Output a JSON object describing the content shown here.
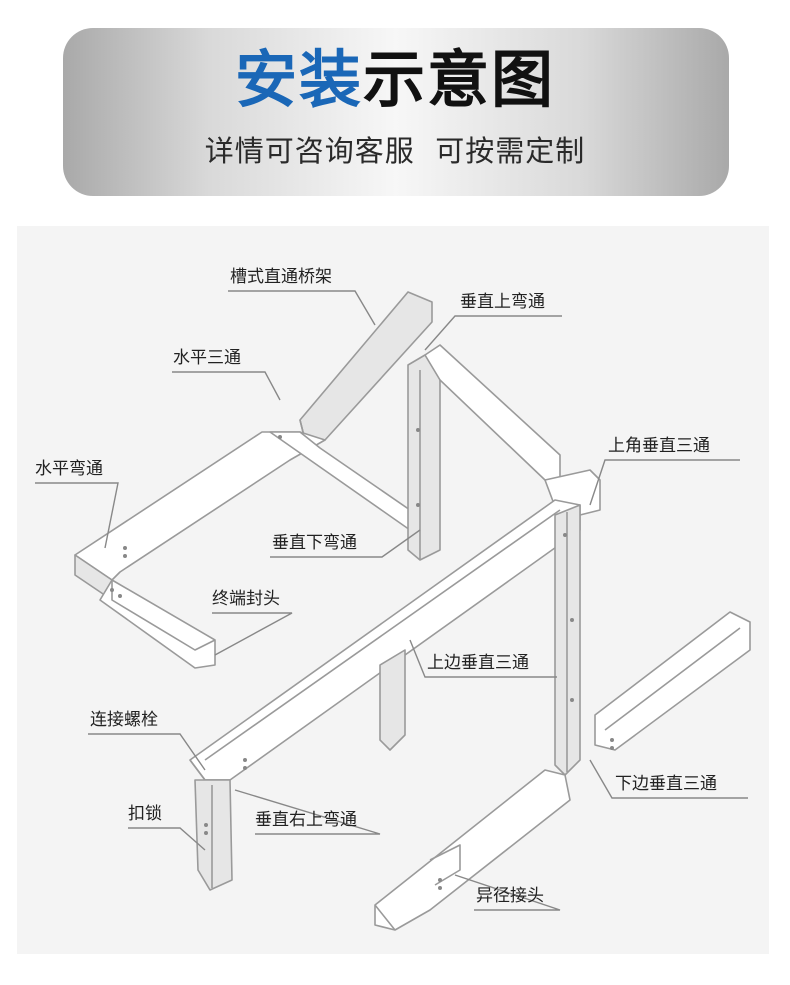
{
  "header": {
    "title_accent": "安装",
    "title_rest": "示意图",
    "subtitle": "详情可咨询客服  可按需定制"
  },
  "colors": {
    "accent": "#1a67b7",
    "label": "#222222",
    "outline": "#9a9a9a"
  },
  "labels": {
    "straight_tray": "槽式直通桥架",
    "vertical_up_bend": "垂直上弯通",
    "horizontal_tee": "水平三通",
    "corner_vertical_tee": "上角垂直三通",
    "horizontal_bend": "水平弯通",
    "vertical_down_bend": "垂直下弯通",
    "end_cap": "终端封头",
    "top_edge_vertical_tee": "上边垂直三通",
    "connector_bolt": "连接螺栓",
    "bottom_edge_vertical_tee": "下边垂直三通",
    "buckle_lock": "扣锁",
    "vertical_right_up_bend": "垂直右上弯通",
    "reducer_joint": "异径接头"
  }
}
